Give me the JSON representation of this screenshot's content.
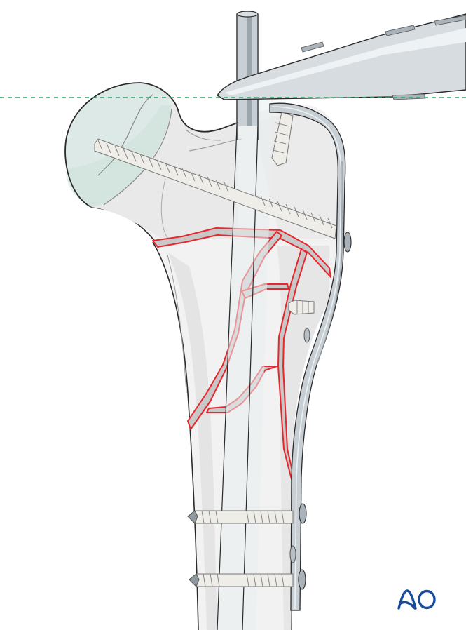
{
  "figure": {
    "subject": "proximal-femur-fracture-plate-fixation",
    "elements": [
      "femoral-head",
      "femur-shaft",
      "fracture-lines",
      "guide-wire",
      "lateral-plate",
      "screws",
      "instrument-blade",
      "reference-line"
    ],
    "colors": {
      "fracture": "#e8262d",
      "fracture_fill": "#c8c8c8",
      "bone": "#f2f2f2",
      "bone_shadow": "#e3e3e3",
      "head_cartilage": "#d3e5e1",
      "metal": "#c8cfd4",
      "metal_dark": "#8e989f",
      "screw": "#efede8",
      "reference_line": "#2aa866",
      "outline": "#2a2a2a",
      "logo": "#1a4c9c"
    }
  },
  "logo": {
    "text": "AO",
    "color": "#1a4c9c"
  }
}
